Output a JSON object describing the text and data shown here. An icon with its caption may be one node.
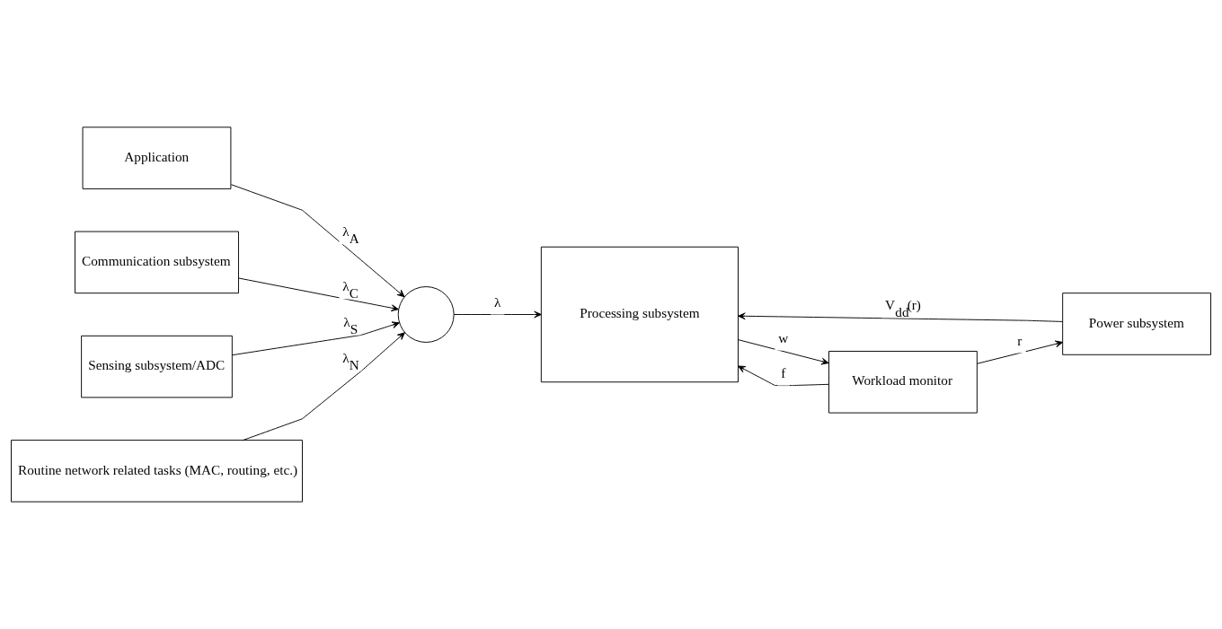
{
  "diagram": {
    "nodes": [
      {
        "text": [
          "Application"
        ]
      },
      {
        "text": [
          "Communication subsystem"
        ]
      },
      {
        "text": [
          "Sensing subsystem/ADC"
        ]
      },
      {
        "text": [
          "Routine network related tasks (MAC, routing, etc.)"
        ]
      },
      {
        "text": [],
        "shape": "circle"
      },
      {
        "text": [
          "Power subsystem"
        ]
      },
      {
        "text": [
          "Workload monitor"
        ]
      },
      {
        "text": [
          "Processing subsystem"
        ]
      }
    ],
    "edges": [
      {
        "from": 0,
        "to": 4,
        "arrow": "to",
        "label": "λ$_{A}$"
      },
      {
        "from": 1,
        "to": 4,
        "arrow": "to",
        "label": "λ$_{C}$"
      },
      {
        "from": 2,
        "to": 4,
        "arrow": "to",
        "label": "λ$_{S}$"
      },
      {
        "from": 3,
        "to": 4,
        "arrow": "to",
        "label": "λ$_{N}$"
      },
      {
        "from": 4,
        "to": 7,
        "arrow": "to",
        "label": "λ"
      },
      {
        "from": 6,
        "to": 5,
        "arrow": "to",
        "label": "r"
      },
      {
        "from": 5,
        "to": 7,
        "arrow": "to",
        "label": "V$_{dd}$(r)"
      },
      {
        "from": 7,
        "to": 6,
        "arrow": "to",
        "label": "w"
      },
      {
        "from": 6,
        "to": 7,
        "arrow": "to",
        "label": "f"
      }
    ]
  }
}
